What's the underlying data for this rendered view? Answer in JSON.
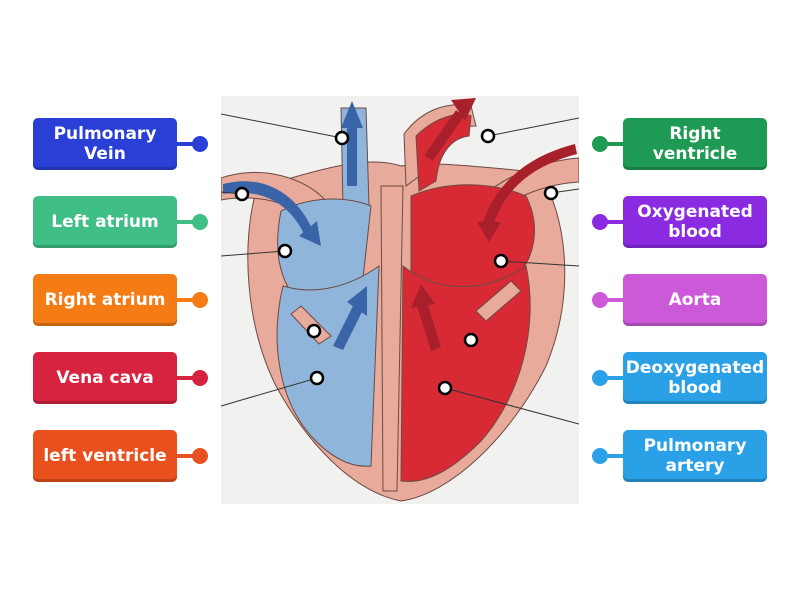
{
  "left_labels": [
    {
      "text": "Pulmonary\nVein",
      "color": "#2a3fd6"
    },
    {
      "text": "Left atrium",
      "color": "#3fbf86"
    },
    {
      "text": "Right atrium",
      "color": "#f57c14"
    },
    {
      "text": "Vena cava",
      "color": "#d62340"
    },
    {
      "text": "left ventricle",
      "color": "#e8501e"
    }
  ],
  "right_labels": [
    {
      "text": "Right\nventricle",
      "color": "#1f9a55"
    },
    {
      "text": "Oxygenated\nblood",
      "color": "#8a2be2"
    },
    {
      "text": "Aorta",
      "color": "#cc5ad8"
    },
    {
      "text": "Deoxygenated\nblood",
      "color": "#2aa0e6"
    },
    {
      "text": "Pulmonary\nartery",
      "color": "#2aa0e6"
    }
  ],
  "diagram": {
    "blood_blue": "#8fb6da",
    "blood_red": "#d82a35",
    "wall_pink": "#e8aa9a",
    "arrow_blue": "#3a64a8",
    "arrow_red": "#a8202c",
    "background": "#f1f1ef"
  }
}
